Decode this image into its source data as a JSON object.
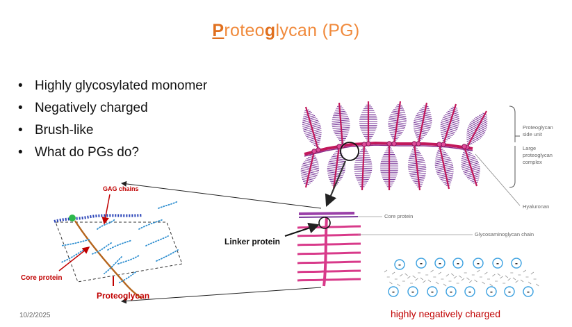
{
  "slide": {
    "title_parts": [
      "P",
      "roteo",
      "g",
      "lycan (PG)"
    ],
    "bullets": [
      "Highly glycosylated monomer",
      "Negatively charged",
      "Brush-like",
      "What do PGs do?"
    ],
    "date": "10/2/2025"
  },
  "left_diagram": {
    "gag_chains": "GAG chains",
    "core_protein": "Core protein",
    "proteoglycan": "Proteoglycan"
  },
  "right_diagram": {
    "pg_side_unit_1": "Proteoglycan",
    "pg_side_unit_2": "side unit",
    "large_complex_1": "Large",
    "large_complex_2": "proteoglycan",
    "large_complex_3": "complex",
    "hyaluronan": "Hyaluronan",
    "core_protein": "Core protein",
    "gag_chain": "Glycosaminoglycan chain",
    "linker_protein": "Linker protein"
  },
  "charge_panel": {
    "symbol": "-",
    "caption": "highly negatively charged"
  },
  "colors": {
    "title_orange": "#f08a3c",
    "label_red": "#c00000",
    "brush_purple": "#7a3a9a",
    "axis_pink": "#c2185b"
  }
}
